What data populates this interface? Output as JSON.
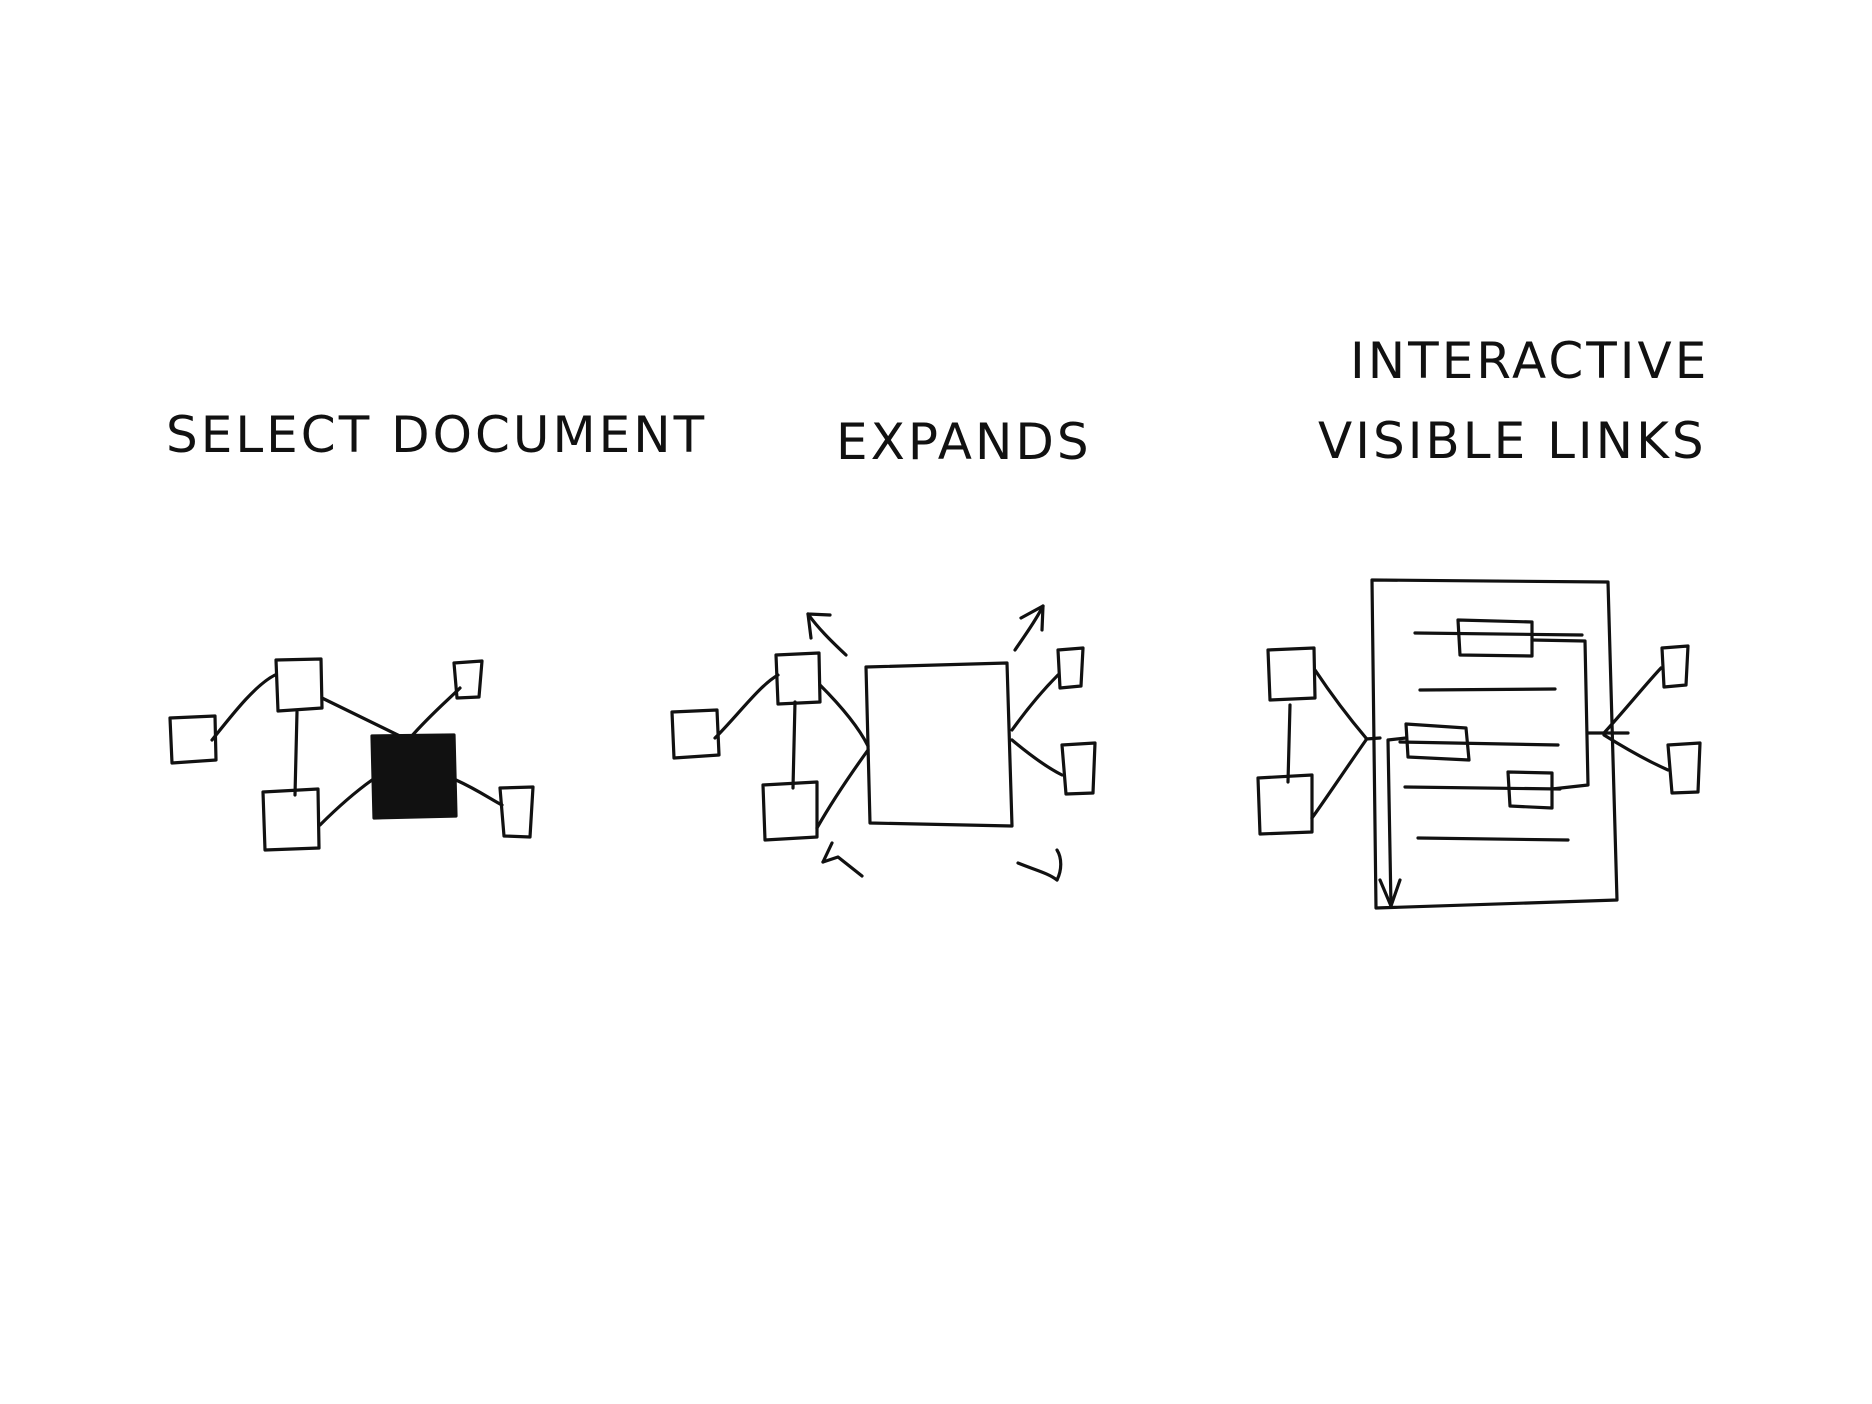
{
  "colors": {
    "ink": "#111111",
    "background": "#ffffff",
    "selected_fill": "#111111"
  },
  "panels": [
    {
      "id": "select-document",
      "caption_lines": [
        "SELECT  DOCUMENT"
      ]
    },
    {
      "id": "expands",
      "caption_lines": [
        "EXPANDS"
      ]
    },
    {
      "id": "interactive-visible-links",
      "caption_lines": [
        "INTERACTIVE",
        "VISIBLE LINKS"
      ]
    }
  ]
}
